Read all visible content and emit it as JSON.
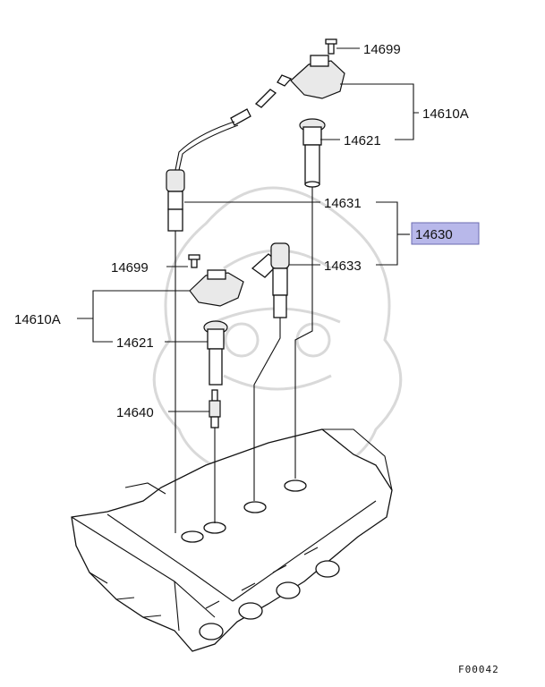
{
  "parts": {
    "bolt_top": "14699",
    "coil_top": "14610A",
    "boot_top": "14621",
    "cable_set": "14631",
    "ignition_set": "14630",
    "bolt_mid": "14699",
    "cable_short": "14633",
    "coil_mid": "14610A",
    "boot_mid": "14621",
    "spark_plug": "14640"
  },
  "highlight_color": "#b8b8ea",
  "figure_id": "F00042"
}
